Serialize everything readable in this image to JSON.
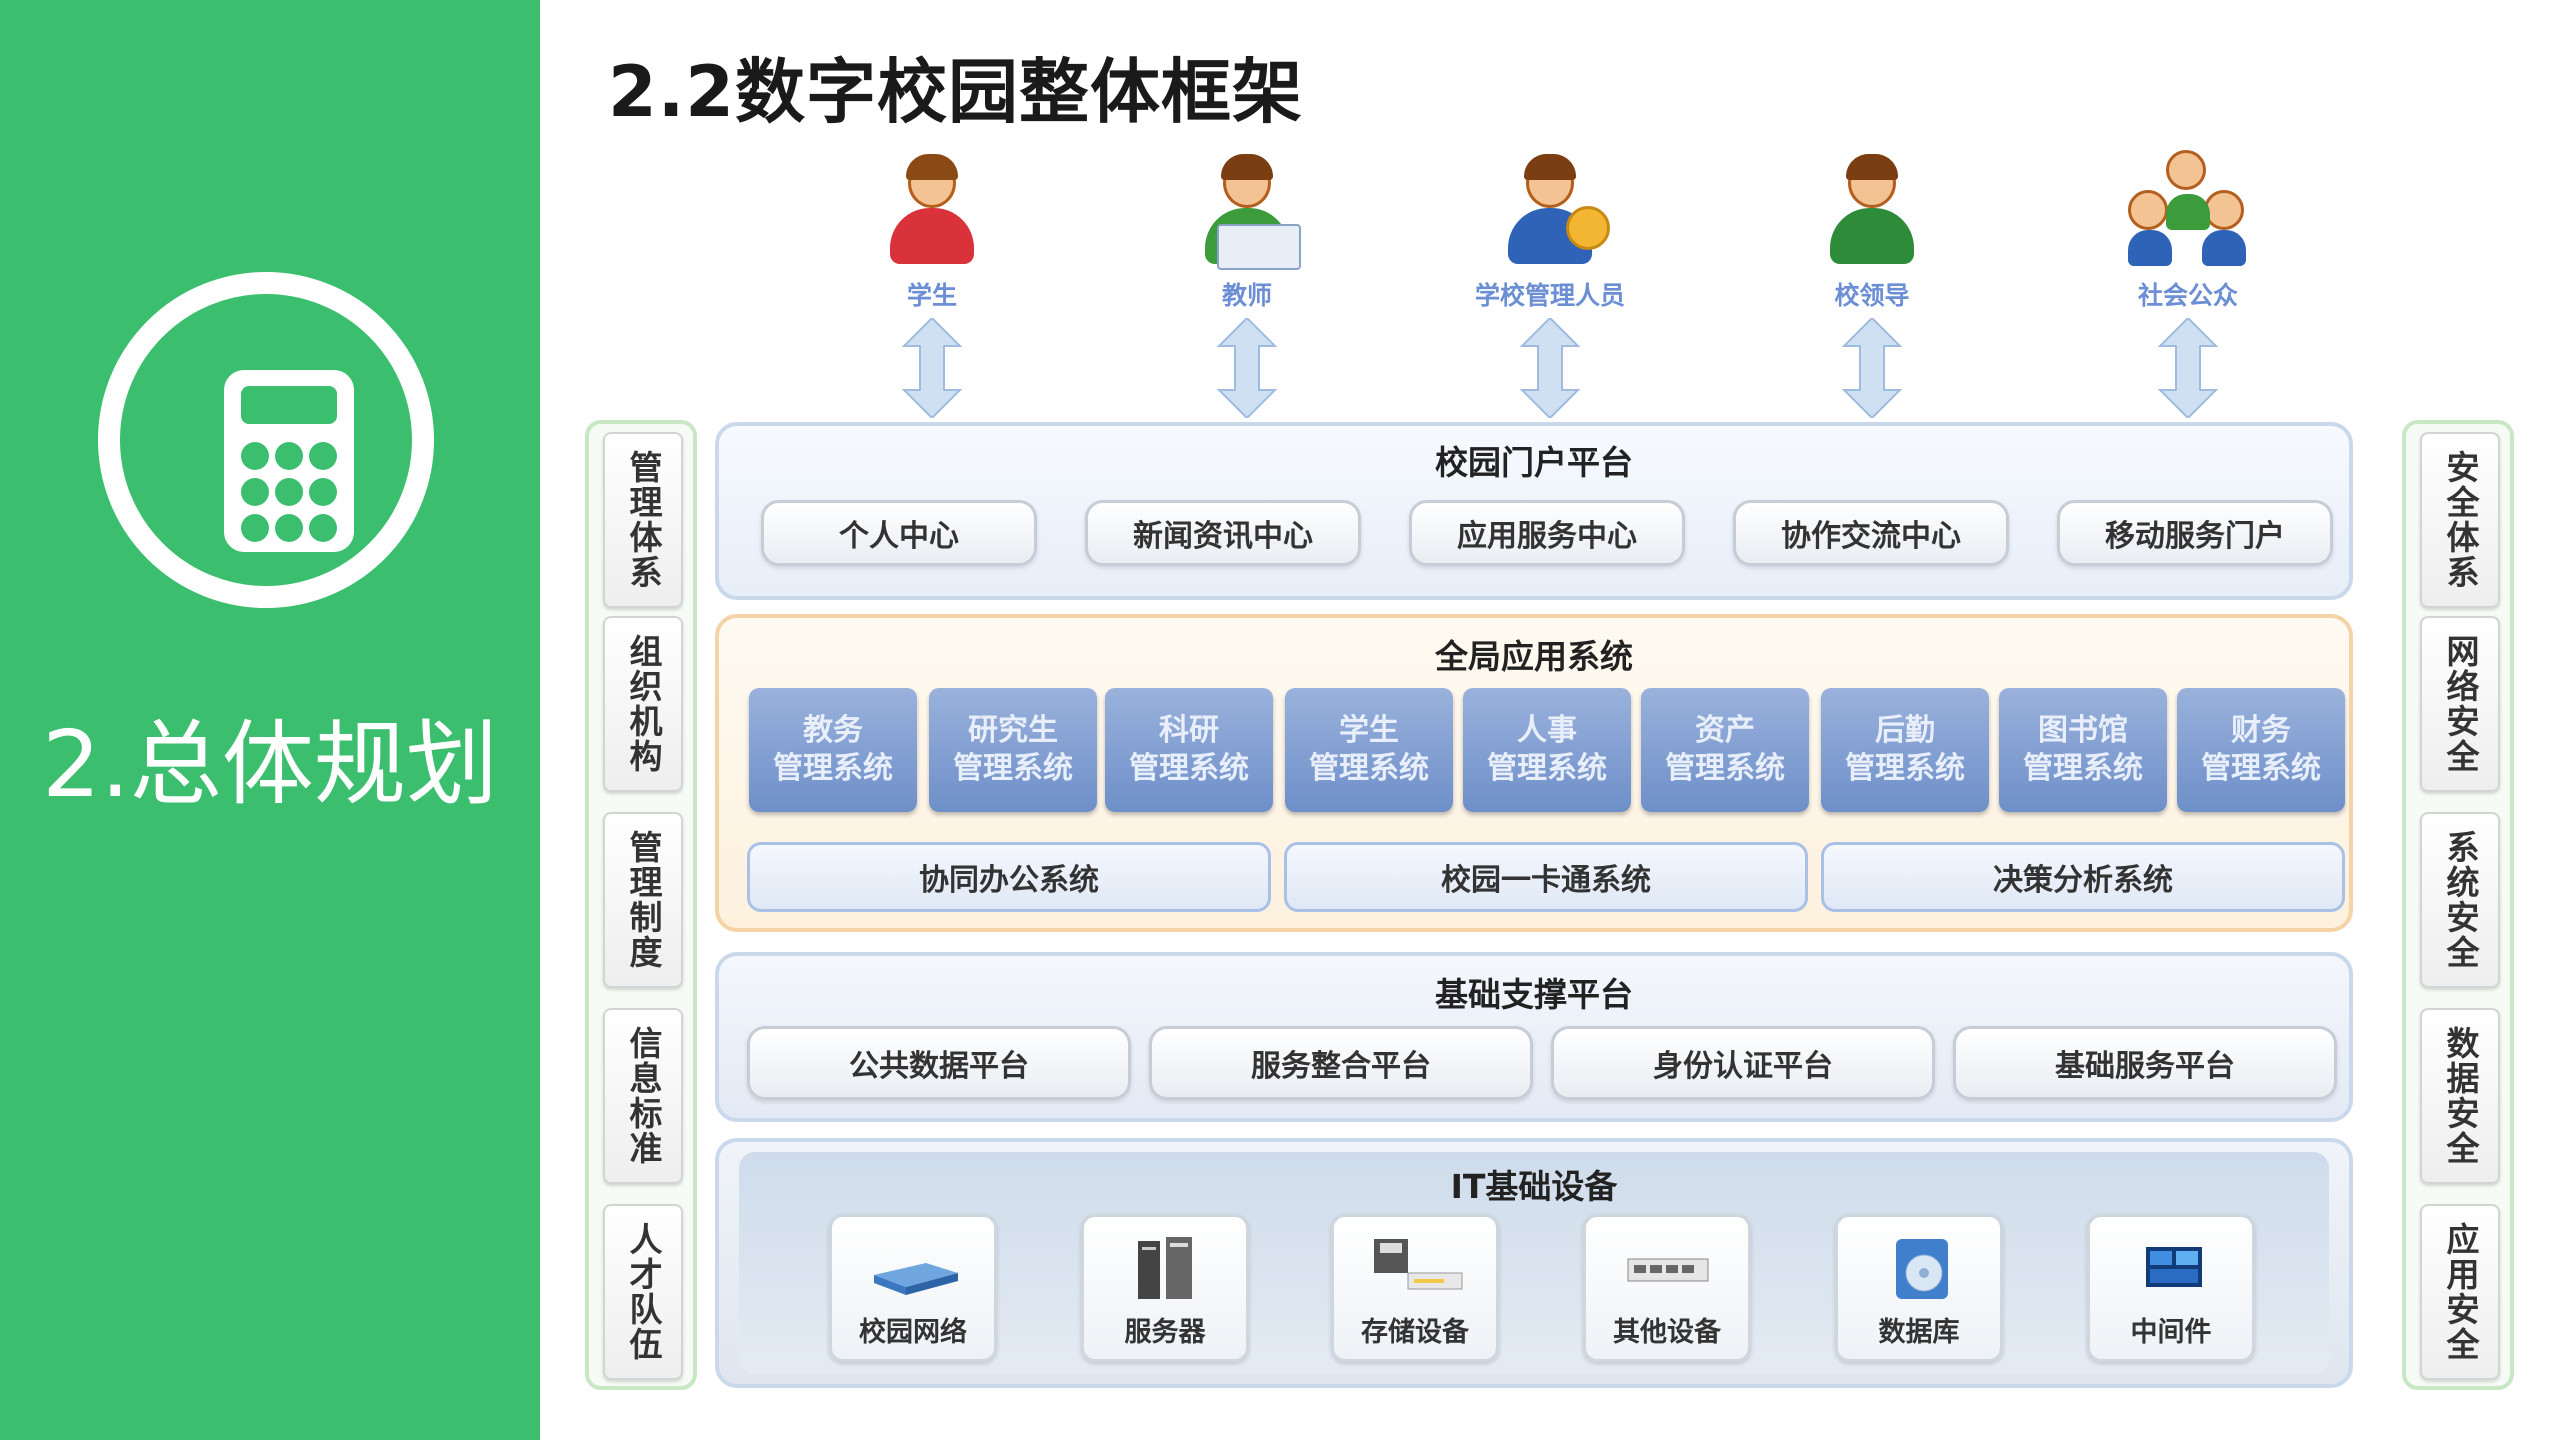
{
  "section": {
    "title": "2.总体规划",
    "icon": "calculator-icon"
  },
  "page": {
    "title": "2.2数字校园整体框架"
  },
  "users": [
    {
      "label": "学生",
      "icon": "student-icon"
    },
    {
      "label": "教师",
      "icon": "teacher-icon"
    },
    {
      "label": "学校管理人员",
      "icon": "administrator-icon"
    },
    {
      "label": "校领导",
      "icon": "school-leader-icon"
    },
    {
      "label": "社会公众",
      "icon": "public-icon"
    }
  ],
  "left_column": [
    "管理体系",
    "组织机构",
    "管理制度",
    "信息标准",
    "人才队伍"
  ],
  "right_column": [
    "安全体系",
    "网络安全",
    "系统安全",
    "数据安全",
    "应用安全"
  ],
  "portal": {
    "title": "校园门户平台",
    "items": [
      "个人中心",
      "新闻资讯中心",
      "应用服务中心",
      "协作交流中心",
      "移动服务门户"
    ]
  },
  "apps": {
    "title": "全局应用系统",
    "systems": [
      [
        "教务",
        "管理系统"
      ],
      [
        "研究生",
        "管理系统"
      ],
      [
        "科研",
        "管理系统"
      ],
      [
        "学生",
        "管理系统"
      ],
      [
        "人事",
        "管理系统"
      ],
      [
        "资产",
        "管理系统"
      ],
      [
        "后勤",
        "管理系统"
      ],
      [
        "图书馆",
        "管理系统"
      ],
      [
        "财务",
        "管理系统"
      ]
    ],
    "bars": [
      "协同办公系统",
      "校园一卡通系统",
      "决策分析系统"
    ]
  },
  "support": {
    "title": "基础支撑平台",
    "items": [
      "公共数据平台",
      "服务整合平台",
      "身份认证平台",
      "基础服务平台"
    ]
  },
  "infra": {
    "title": "IT基础设备",
    "devices": [
      {
        "label": "校园网络",
        "icon": "router-icon"
      },
      {
        "label": "服务器",
        "icon": "server-icon"
      },
      {
        "label": "存储设备",
        "icon": "storage-icon"
      },
      {
        "label": "其他设备",
        "icon": "device-icon"
      },
      {
        "label": "数据库",
        "icon": "database-icon"
      },
      {
        "label": "中间件",
        "icon": "middleware-icon"
      }
    ]
  },
  "colors": {
    "panel": "#3bbf6e",
    "system_box": "#7f9dd1",
    "apps_border": "#f4d3a6",
    "user_label": "#6b8ed4"
  }
}
